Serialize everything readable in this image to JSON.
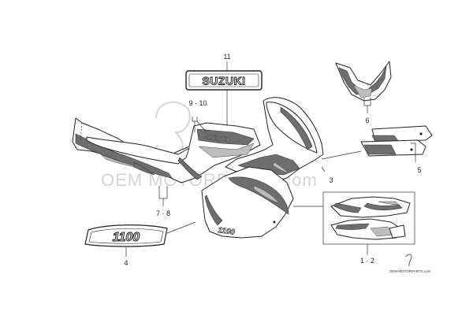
{
  "brand_decal": "SUZUKI",
  "engine_decal": "1100",
  "fairing_decal": "1100",
  "watermark": {
    "text": "OEM MOTORPARTS.com",
    "credit": "OEM-MOTORPARTS.com"
  },
  "callouts": {
    "c11": "11",
    "c9_10": "9 · 10",
    "c6": "6",
    "c5": "5",
    "c3": "3",
    "c7_8": "7 · 8",
    "c4": "4",
    "c1_2": "1 · 2"
  }
}
